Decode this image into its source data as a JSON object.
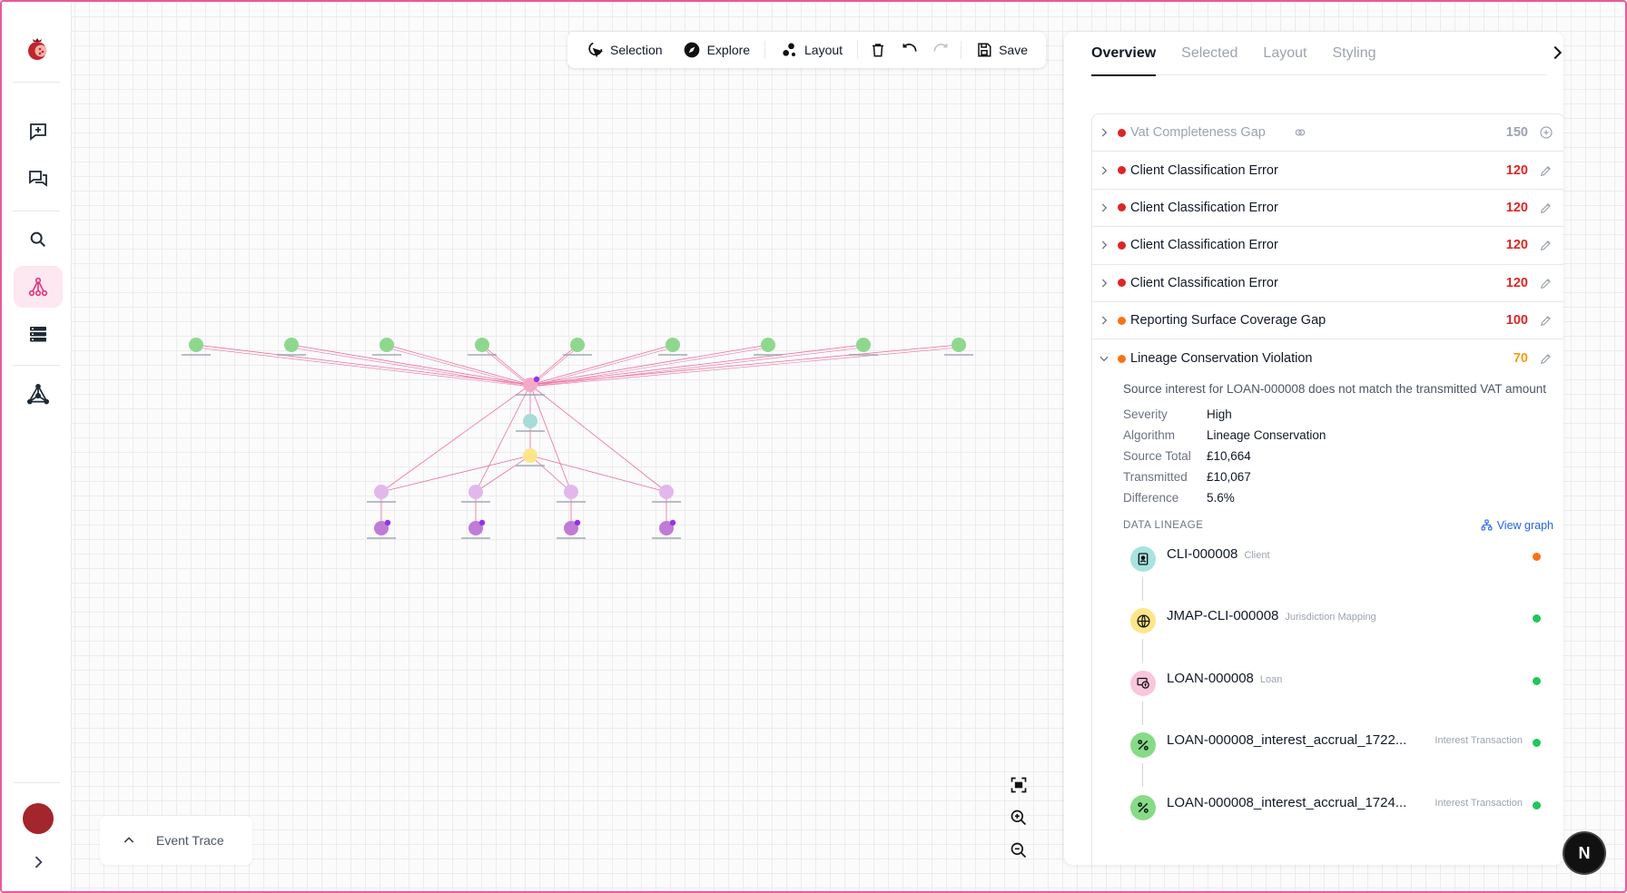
{
  "toolbar": {
    "selection_label": "Selection",
    "explore_label": "Explore",
    "layout_label": "Layout",
    "save_label": "Save"
  },
  "event_trace": {
    "label": "Event Trace"
  },
  "panel": {
    "tabs": [
      {
        "label": "Overview",
        "active": true
      },
      {
        "label": "Selected",
        "active": false
      },
      {
        "label": "Layout",
        "active": false
      },
      {
        "label": "Styling",
        "active": false
      }
    ],
    "issues": [
      {
        "title": "Vat Completeness Gap",
        "score": "150",
        "severity_color": "#dc2626",
        "score_color": "#9ca3af",
        "muted": true
      },
      {
        "title": "Client Classification Error",
        "score": "120",
        "severity_color": "#dc2626",
        "score_color": "#dc2626",
        "muted": false
      },
      {
        "title": "Client Classification Error",
        "score": "120",
        "severity_color": "#dc2626",
        "score_color": "#dc2626",
        "muted": false
      },
      {
        "title": "Client Classification Error",
        "score": "120",
        "severity_color": "#dc2626",
        "score_color": "#dc2626",
        "muted": false
      },
      {
        "title": "Client Classification Error",
        "score": "120",
        "severity_color": "#dc2626",
        "score_color": "#dc2626",
        "muted": false
      },
      {
        "title": "Reporting Surface Coverage Gap",
        "score": "100",
        "severity_color": "#f97316",
        "score_color": "#dc2626",
        "muted": false
      }
    ],
    "expanded_issue": {
      "title": "Lineage Conservation Violation",
      "score": "70",
      "severity_color": "#f97316",
      "score_color": "#f59e0b",
      "description": "Source interest for LOAN-000008 does not match the transmitted VAT amount",
      "fields": [
        {
          "key": "Severity",
          "value": "High"
        },
        {
          "key": "Algorithm",
          "value": "Lineage Conservation"
        },
        {
          "key": "Source Total",
          "value": "£10,664"
        },
        {
          "key": "Transmitted",
          "value": "£10,067"
        },
        {
          "key": "Difference",
          "value": "5.6%"
        }
      ],
      "lineage_heading": "DATA LINEAGE",
      "view_graph_label": "View graph",
      "lineage": [
        {
          "name": "CLI-000008",
          "type": "Client",
          "side_type": "",
          "icon": "person-card-icon",
          "icon_bg": "#a7e3df",
          "status_color": "#f97316"
        },
        {
          "name": "JMAP-CLI-000008",
          "type": "Jurisdiction Mapping",
          "side_type": "",
          "icon": "globe-icon",
          "icon_bg": "#fde68a",
          "status_color": "#22c55e"
        },
        {
          "name": "LOAN-000008",
          "type": "Loan",
          "side_type": "",
          "icon": "loan-icon",
          "icon_bg": "#f9c6dc",
          "status_color": "#22c55e"
        },
        {
          "name": "LOAN-000008_interest_accrual_1722...",
          "type": "",
          "side_type": "Interest Transaction",
          "icon": "percent-icon",
          "icon_bg": "#86dc86",
          "status_color": "#22c55e"
        },
        {
          "name": "LOAN-000008_interest_accrual_1724...",
          "type": "",
          "side_type": "Interest Transaction",
          "icon": "percent-icon",
          "icon_bg": "#86dc86",
          "status_color": "#22c55e"
        }
      ]
    }
  },
  "badge": {
    "label": "N"
  },
  "colors": {
    "accent": "#e0337e",
    "edge": "#ec6fa0",
    "interest_node": "#8ed88e",
    "loan_node": "#f5a9c6",
    "client_node": "#a7dcd8",
    "mapping_node": "#fde68a",
    "vat_node": "#e2b8ec",
    "report_node": "#c07bd6"
  }
}
